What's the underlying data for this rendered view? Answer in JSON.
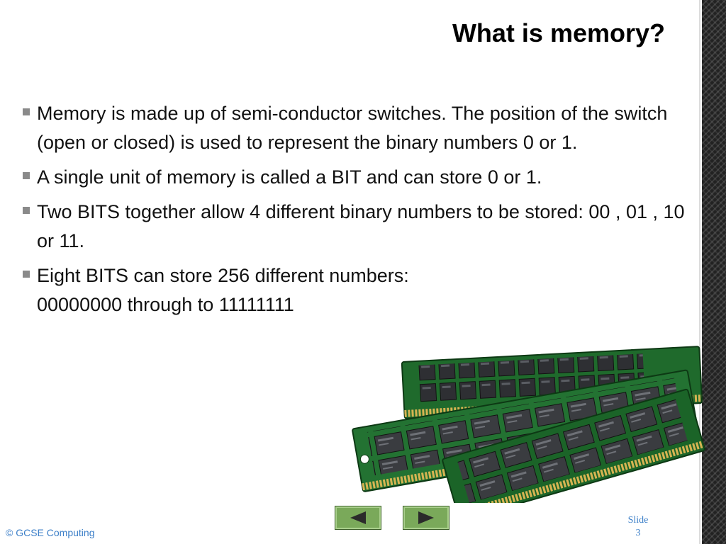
{
  "slide": {
    "title": "What is memory?",
    "bullets": [
      "Memory is made up of semi-conductor switches. The position of the switch (open or closed) is used to represent the binary numbers 0 or 1.",
      "A single unit of memory is called a BIT and can store 0 or 1.",
      "Two BITS together allow 4 different binary numbers to be stored: 00 , 01 , 10 or 11.",
      "Eight BITS can store 256 different numbers:"
    ],
    "bullet4_line2": "00000000 through to 11111111"
  },
  "footer": {
    "copyright": "© GCSE Computing",
    "slide_label": "Slide",
    "slide_number": "3"
  },
  "nav": {
    "prev_icon": "triangle-left-icon",
    "next_icon": "triangle-right-icon",
    "button_color": "#7aa95a"
  }
}
